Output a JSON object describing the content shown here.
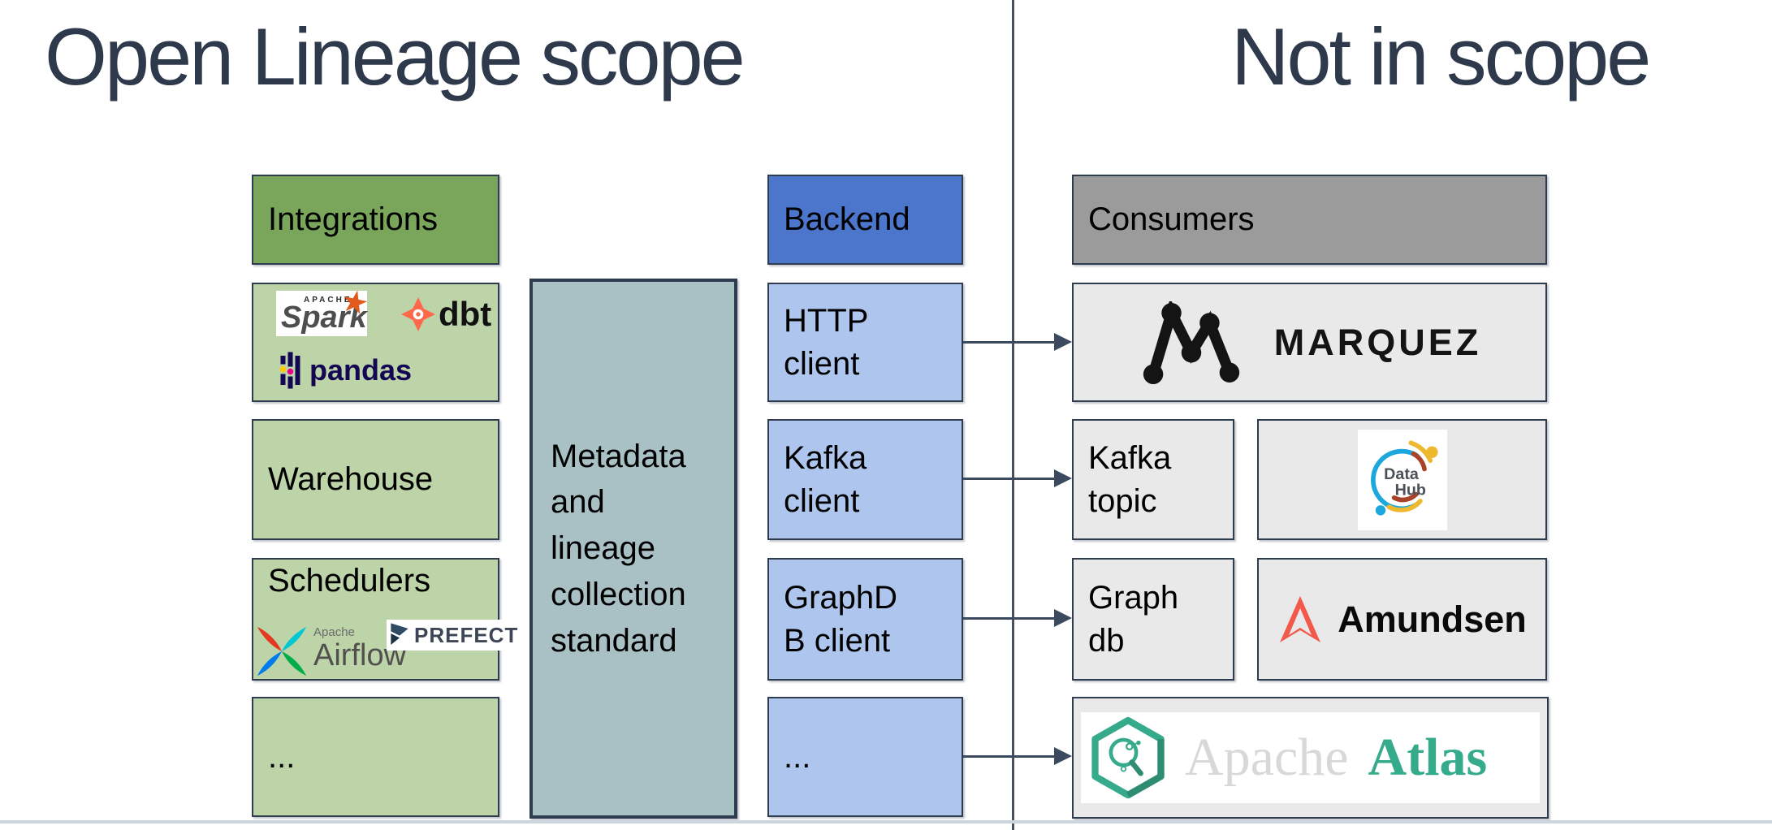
{
  "titles": {
    "left": "Open Lineage scope",
    "right": "Not in scope"
  },
  "colors": {
    "title_text": "#2e3a4c",
    "divider": "#46505e",
    "border": "#2f3b4e",
    "arrow": "#3b4a5e",
    "bottom_line": "#ccd4de",
    "green_header": "#79a65a",
    "green_light": "#bdd3a8",
    "teal_panel": "#a9c0c5",
    "blue_header": "#4b76cc",
    "blue_light": "#aec6ee",
    "gray_header": "#9b9b9b",
    "gray_light": "#e9e9e9",
    "spark_orange": "#e25a1c",
    "dbt_orange": "#ff6849",
    "pandas_navy": "#130754",
    "pandas_pink": "#e70488",
    "pandas_yellow": "#ffca00",
    "airflow_red": "#e43921",
    "airflow_teal": "#00c7d4",
    "airflow_green": "#00ad46",
    "airflow_blue": "#017cee",
    "prefect_navy": "#2f4a63",
    "marquez_black": "#141414",
    "datahub_blue": "#1ca8dd",
    "datahub_yellow": "#efb92f",
    "datahub_red": "#a8432a",
    "amundsen_coral": "#f2594b",
    "atlas_teal": "#35ab8b",
    "atlas_teal_dark": "#2e8c72",
    "atlas_gray": "#d8d8d8"
  },
  "icons": {
    "spark_star": "★",
    "dbt_mark": "four-point-star",
    "pandas_mark": "bars-and-dots",
    "airflow_mark": "pinwheel",
    "prefect_mark": "chevron-p",
    "marquez_mark": "m-node-graph",
    "datahub_mark": "ring-arcs",
    "amundsen_mark": "mountain-arrow",
    "atlas_mark": "hexagon-magnifier"
  },
  "integrations": {
    "header": "Integrations",
    "warehouse_label": "Warehouse",
    "schedulers_label": "Schedulers",
    "ellipsis_label": "...",
    "logos": {
      "spark_small": "APACHE",
      "spark": "Spark",
      "dbt": "dbt",
      "pandas": "pandas",
      "airflow_small": "Apache",
      "airflow": "Airflow",
      "prefect": "PREFECT"
    }
  },
  "standard_panel": {
    "label": "Metadata\nand\nlineage\ncollection\nstandard"
  },
  "backend": {
    "header": "Backend",
    "items": [
      {
        "label": "HTTP\nclient"
      },
      {
        "label": "Kafka\nclient"
      },
      {
        "label": "GraphD\nB client"
      },
      {
        "label": "..."
      }
    ]
  },
  "consumers": {
    "header": "Consumers",
    "marquez": "MARQUEZ",
    "kafka_topic": "Kafka\ntopic",
    "datahub_line1": "Data",
    "datahub_line2": "Hub",
    "graph_db": "Graph\ndb",
    "amundsen": "Amundsen",
    "atlas_word1": "Apache",
    "atlas_word2": "Atlas"
  }
}
